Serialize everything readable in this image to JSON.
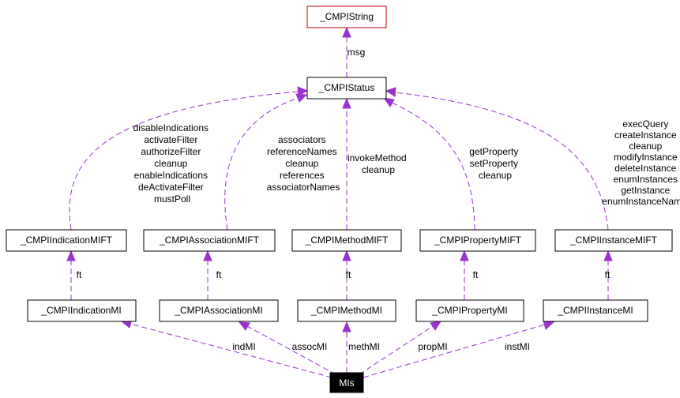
{
  "diagram": {
    "colors": {
      "edge": "#9a32cd",
      "node_border": "#000000",
      "string_node_border": "#c00000",
      "root_fill": "#000000",
      "root_text": "#ffffff"
    },
    "nodes": {
      "cmpi_string": "_CMPIString",
      "cmpi_status": "_CMPIStatus",
      "indication_mift": "_CMPIIndicationMIFT",
      "association_mift": "_CMPIAssociationMIFT",
      "method_mift": "_CMPIMethodMIFT",
      "property_mift": "_CMPIPropertyMIFT",
      "instance_mift": "_CMPIInstanceMIFT",
      "indication_mi": "_CMPIIndicationMI",
      "association_mi": "_CMPIAssociationMI",
      "method_mi": "_CMPIMethodMI",
      "property_mi": "_CMPIPropertyMI",
      "instance_mi": "_CMPIInstanceMI",
      "mis": "MIs"
    },
    "edge_labels": {
      "msg": "msg",
      "indication_status": [
        "disableIndications",
        "activateFilter",
        "authorizeFilter",
        "cleanup",
        "enableIndications",
        "deActivateFilter",
        "mustPoll"
      ],
      "association_status": [
        "associators",
        "referenceNames",
        "cleanup",
        "references",
        "associatorNames"
      ],
      "method_status": [
        "invokeMethod",
        "cleanup"
      ],
      "property_status": [
        "getProperty",
        "setProperty",
        "cleanup"
      ],
      "instance_status": [
        "execQuery",
        "createInstance",
        "cleanup",
        "modifyInstance",
        "deleteInstance",
        "enumInstances",
        "getInstance",
        "enumInstanceNames"
      ],
      "ft_indication": "ft",
      "ft_association": "ft",
      "ft_method": "ft",
      "ft_property": "ft",
      "ft_instance": "ft",
      "ind_mi": "indMI",
      "assoc_mi": "assocMI",
      "meth_mi": "methMI",
      "prop_mi": "propMI",
      "inst_mi": "instMI"
    }
  }
}
